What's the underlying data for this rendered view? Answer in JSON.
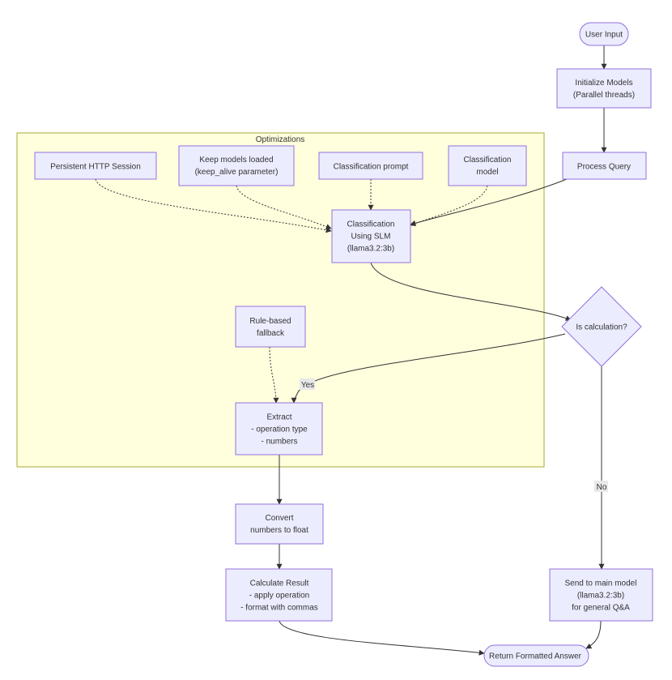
{
  "diagram": {
    "cluster": {
      "title": "Optimizations"
    },
    "nodes": {
      "user_input": [
        "User Input"
      ],
      "init_models": [
        "Initialize Models",
        "(Parallel threads)"
      ],
      "process_query": [
        "Process Query"
      ],
      "http_session": [
        "Persistent HTTP Session"
      ],
      "keep_loaded": [
        "Keep models loaded",
        "(keep_alive parameter)"
      ],
      "class_prompt": [
        "Classification prompt"
      ],
      "class_model": [
        "Classification",
        "model"
      ],
      "classification": [
        "Classification",
        "Using SLM",
        "(llama3.2:3b)"
      ],
      "is_calc": [
        "Is calculation?"
      ],
      "rule_fallback": [
        "Rule-based",
        "fallback"
      ],
      "extract": [
        "Extract",
        "- operation type",
        "- numbers"
      ],
      "convert": [
        "Convert",
        "numbers to float"
      ],
      "calculate": [
        "Calculate Result",
        "- apply operation",
        "- format with commas"
      ],
      "send_main": [
        "Send to main model",
        "(llama3.2:3b)",
        "for general Q&A"
      ],
      "return_answer": [
        "Return Formatted Answer"
      ]
    },
    "edge_labels": {
      "yes": "Yes",
      "no": "No"
    }
  }
}
